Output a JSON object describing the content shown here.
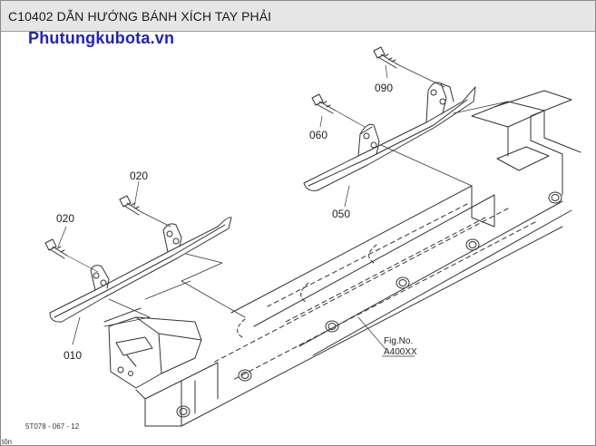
{
  "header": {
    "title": "C10402 DẪN HƯỚNG BÁNH XÍCH TAY PHẢI",
    "bg_color": "#e6e6e6"
  },
  "watermark": {
    "text": "Phutungkubota.vn",
    "color": "#1f22c4"
  },
  "diagram": {
    "callouts": {
      "c090": "090",
      "c060": "060",
      "c050": "050",
      "c020a": "020",
      "c020b": "020",
      "c010": "010"
    },
    "figure_ref": {
      "line1": "Fig.No.",
      "line2": "A400XX"
    },
    "drawing_code": "5T078 - 067 - 12",
    "corner_mark": "tôn"
  }
}
